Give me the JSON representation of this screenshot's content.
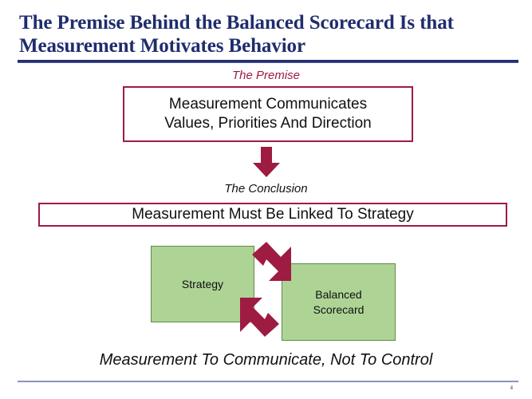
{
  "slide": {
    "title": "The Premise Behind the Balanced Scorecard Is that\nMeasurement Motivates Behavior",
    "page_number": "4"
  },
  "premise": {
    "caption": "The Premise",
    "body": "Measurement  Communicates\nValues, Priorities And Direction"
  },
  "flow_arrow": {
    "icon": "down-block-arrow"
  },
  "conclusion": {
    "caption": "The Conclusion",
    "body": "Measurement  Must Be Linked To Strategy"
  },
  "diagram": {
    "strategy_box": "Strategy",
    "scorecard_box": "Balanced\nScorecard",
    "arrow_top": "bent-arrow-right-down",
    "arrow_bottom": "bent-arrow-left-up"
  },
  "bottom_caption": "Measurement To Communicate, Not To Control",
  "colors": {
    "title_navy": "#1F2D6E",
    "accent_maroon": "#9E1B41",
    "box_green": "#AED495",
    "green_border": "#5F8A49",
    "footer_rule": "#8D90C4"
  }
}
